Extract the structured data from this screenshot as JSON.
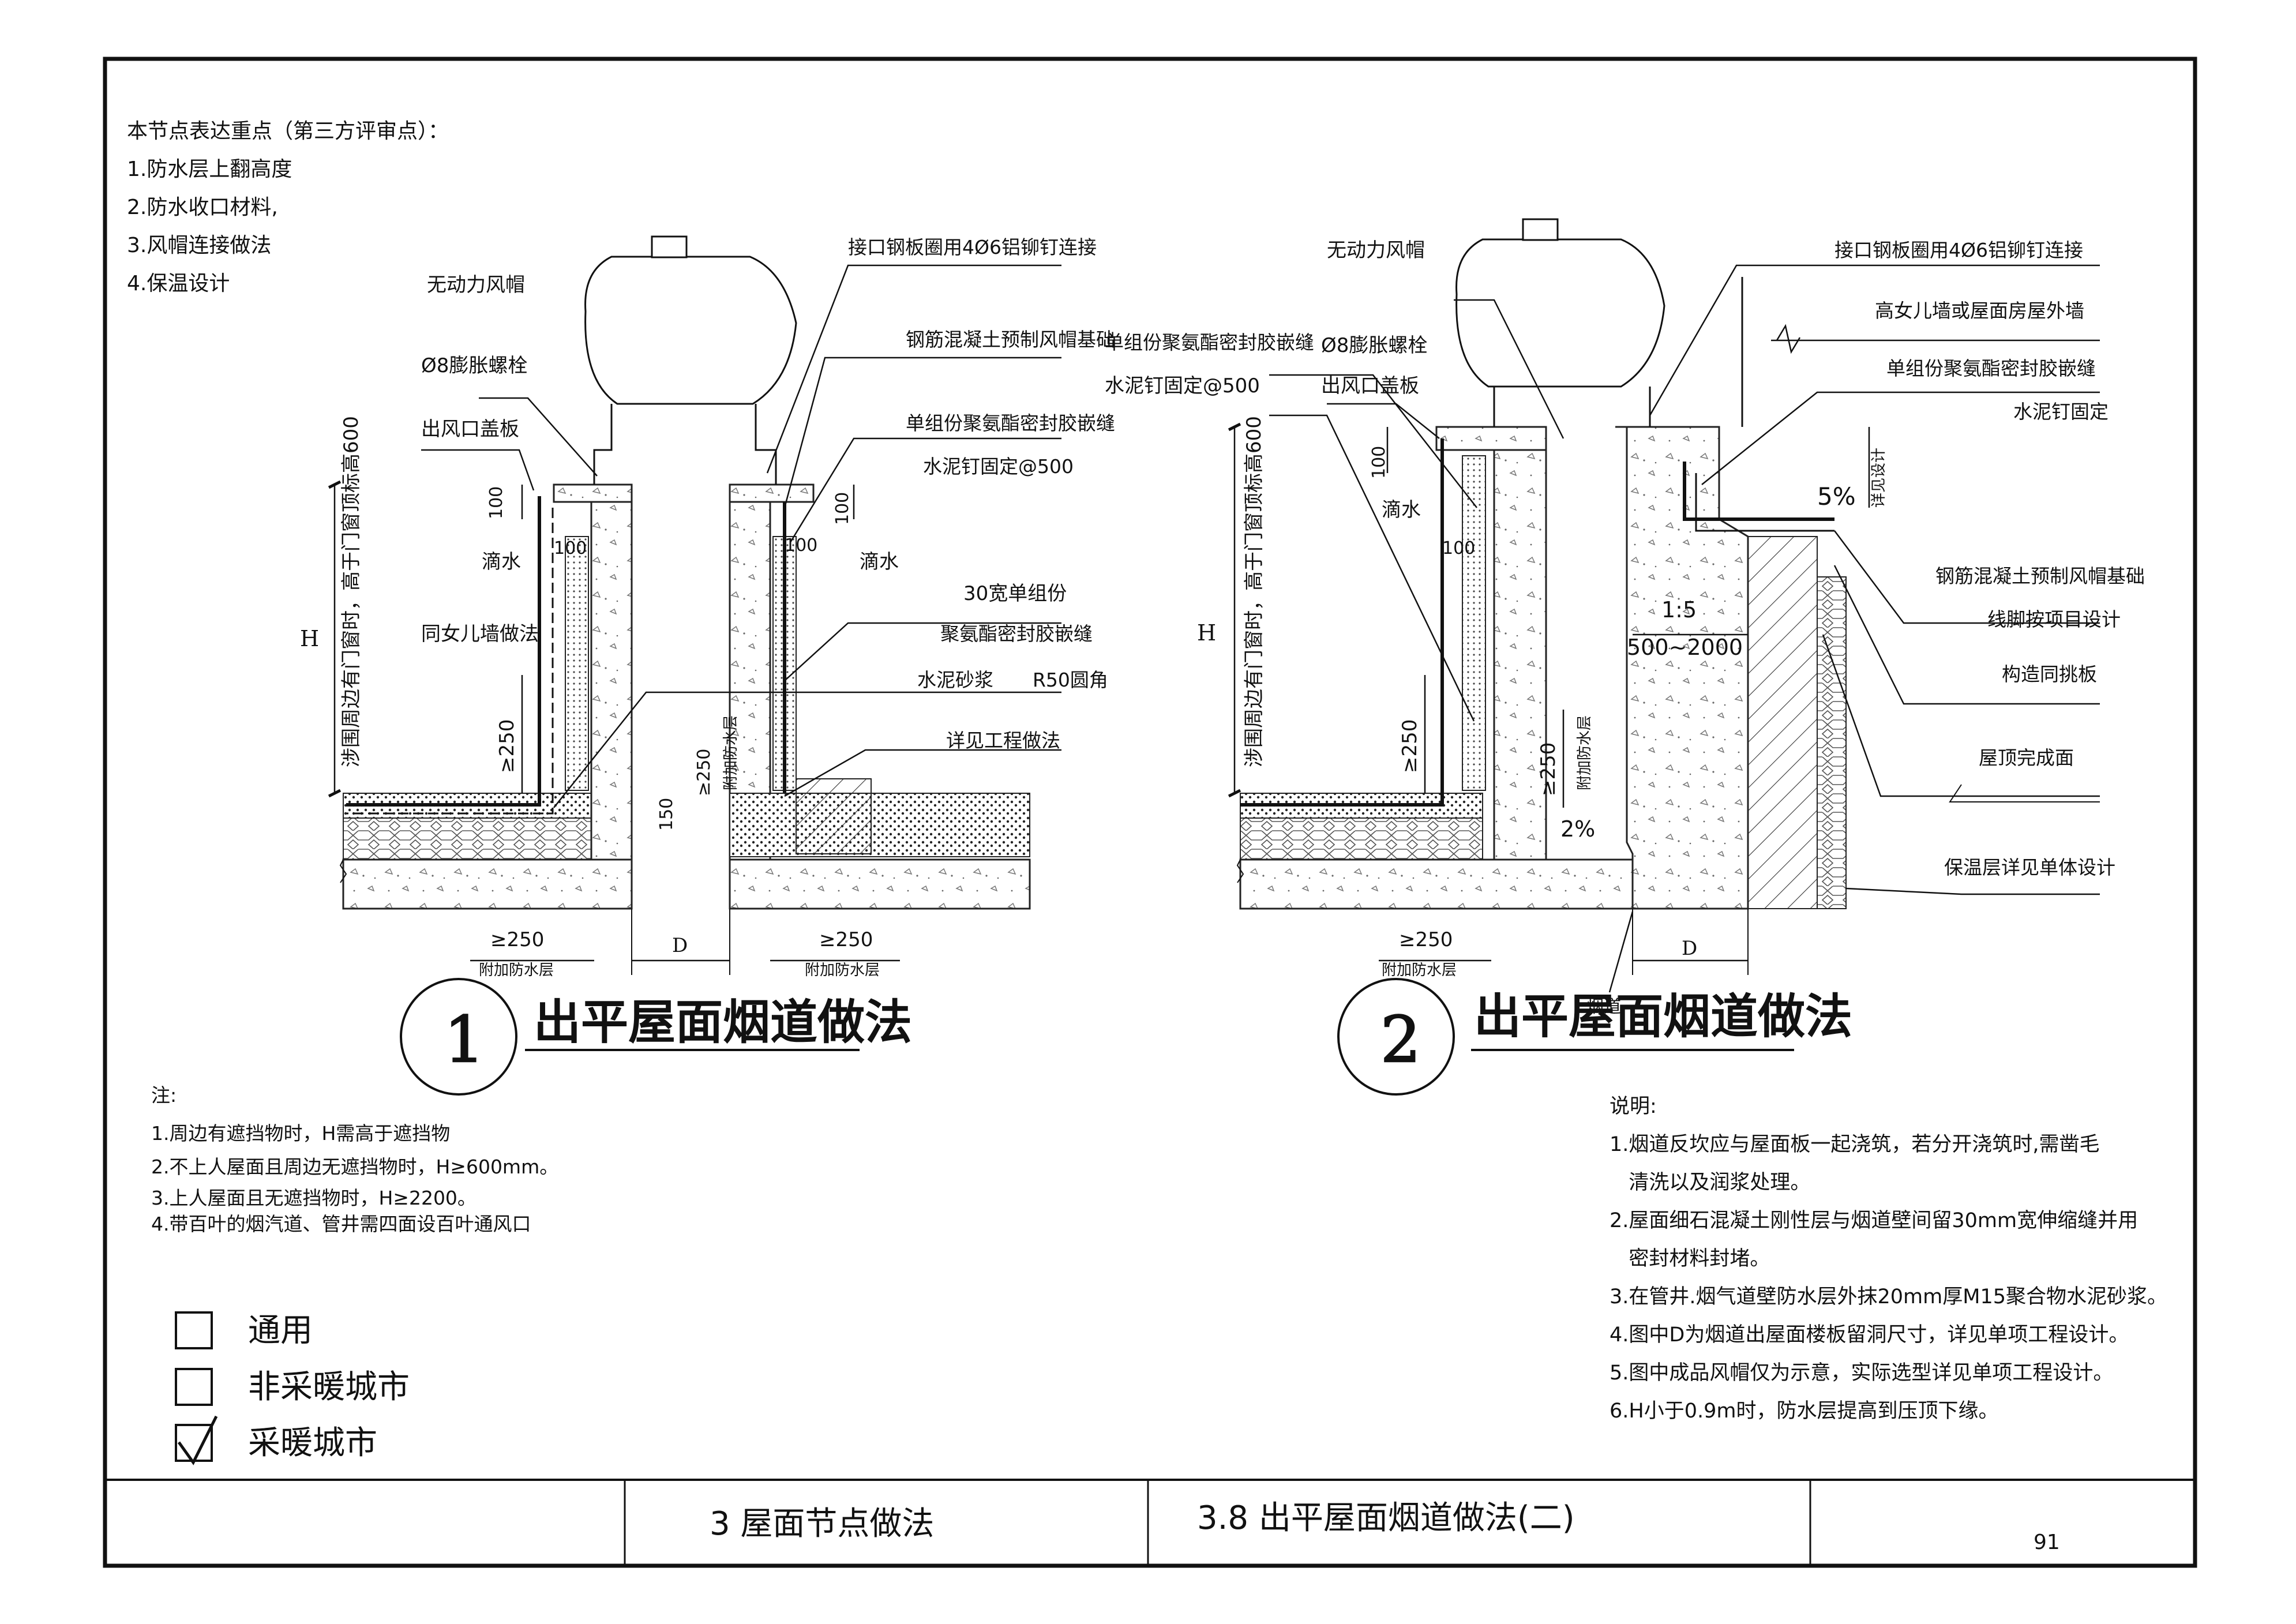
{
  "key_points": {
    "heading": "本节点表达重点（第三方评审点）：",
    "items": [
      "1.防水层上翻高度",
      "2.防水收口材料,",
      "3.风帽连接做法",
      "4.保温设计"
    ]
  },
  "detail1": {
    "number": "1",
    "title": "出平屋面烟道做法",
    "labels": {
      "hood": "无动力风帽",
      "bolt": "Ø8膨胀螺栓",
      "cover": "出风口盖板",
      "dim100a": "100",
      "drip_left": "滴水",
      "dim100b": "100",
      "parapet": "同女儿墙做法",
      "vertical_left": "涉围周边有门窗时，高于门窗顶标高600",
      "H": "H",
      "ge250_left": "≥250",
      "rivet": "接口钢板圈用4Ø6铝铆钉连接",
      "precast": "钢筋混凝土预制风帽基础",
      "sealant": "单组份聚氨酯密封胶嵌缝",
      "nail": "水泥钉固定@500",
      "dim100c": "100",
      "drip_right": "滴水",
      "dim100d": "100",
      "sealant30a": "30宽单组份",
      "sealant30b": "聚氨酯密封胶嵌缝",
      "mortar": "水泥砂浆",
      "r50": "R50圆角",
      "see_proj": "详见工程做法",
      "dim150": "150",
      "ge250_mid": "≥250",
      "add_layer_v": "附加防水层",
      "bottom_ge250a": "≥250",
      "bottom_add_a": "附加防水层",
      "bottom_D": "D",
      "bottom_ge250b": "≥250",
      "bottom_add_b": "附加防水层"
    }
  },
  "detail2": {
    "number": "2",
    "title": "出平屋面烟道做法",
    "labels": {
      "hood": "无动力风帽",
      "rivet": "接口钢板圈用4Ø6铝铆钉连接",
      "high_wall": "高女儿墙或屋面房屋外墙",
      "sealant_r": "单组份聚氨酯密封胶嵌缝",
      "nail_r": "水泥钉固定",
      "pct5": "5%",
      "see_design": "详见设计",
      "precast": "钢筋混凝土预制风帽基础",
      "line_project": "线脚按项目设计",
      "flashing": "构造同挑板",
      "roof_top": "屋顶完成面",
      "insulation": "保温层详见单体设计",
      "sealant_l": "单组份聚氨酯密封胶嵌缝",
      "nail_l": "水泥钉固定@500",
      "bolt": "Ø8膨胀螺栓",
      "cover": "出风口盖板",
      "dim100a": "100",
      "drip": "滴水",
      "dim100b": "100",
      "vertical_left": "涉围周边有门窗时，高于门窗顶标高600",
      "H": "H",
      "ge250_left": "≥250",
      "ge250_right": "≥250",
      "add_layer_v": "附加防水层",
      "pct2": "2%",
      "slope": "1:5",
      "range": "500~2000",
      "bottom_ge250": "≥250",
      "bottom_add": "附加防水层",
      "flue": "烟道",
      "bottom_D": "D"
    }
  },
  "notes": {
    "heading": "注:",
    "items": [
      "1.周边有遮挡物时，H需高于遮挡物",
      "2.不上人屋面且周边无遮挡物时，H≥600mm。",
      "3.上人屋面且无遮挡物时，H≥2200。",
      "4.带百叶的烟汽道、管井需四面设百叶通风口"
    ]
  },
  "explanation": {
    "heading": "说明:",
    "items": [
      "1.烟道反坎应与屋面板一起浇筑，若分开浇筑时,需凿毛",
      "   清洗以及润浆处理。",
      "2.屋面细石混凝土刚性层与烟道壁间留30mm宽伸缩缝并用",
      "   密封材料封堵。",
      "3.在管井.烟气道壁防水层外抹20mm厚M15聚合物水泥砂浆。",
      "4.图中D为烟道出屋面楼板留洞尺寸，详见单项工程设计。",
      "5.图中成品风帽仅为示意，实际选型详见单项工程设计。",
      "6.H小于0.9m时，防水层提高到压顶下缘。"
    ]
  },
  "checkboxes": [
    {
      "label": "通用",
      "checked": false
    },
    {
      "label": "非采暖城市",
      "checked": false
    },
    {
      "label": "采暖城市",
      "checked": true
    }
  ],
  "title_block": {
    "chapter": "3  屋面节点做法",
    "section": "3.8  出平屋面烟道做法(二)",
    "page": "91"
  }
}
